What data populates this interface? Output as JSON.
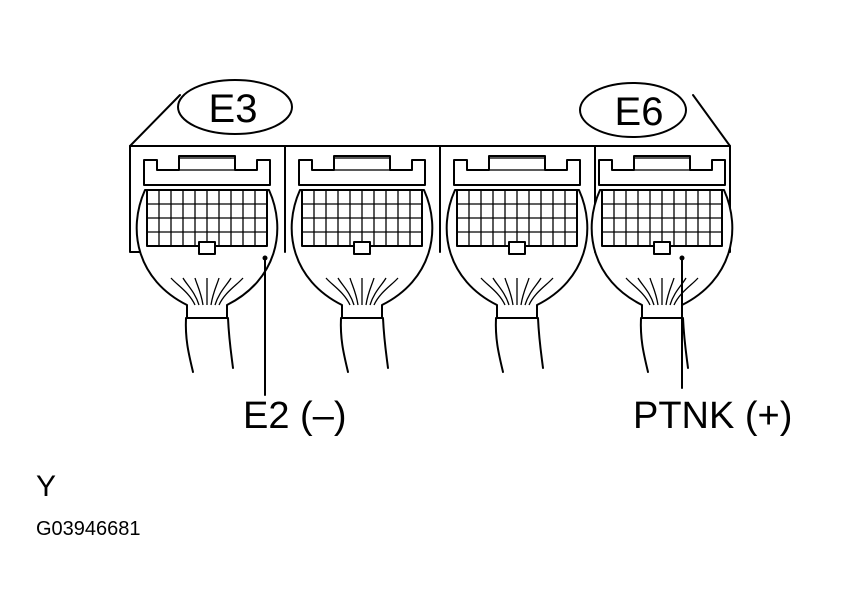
{
  "connectors": [
    {
      "id": "E3"
    },
    {
      "id": "E6"
    }
  ],
  "terminals": [
    {
      "label": "E2 (–)",
      "connector": "E3"
    },
    {
      "label": "PTNK (+)",
      "connector": "E6"
    }
  ],
  "view_code": "Y",
  "figure_code": "G03946681",
  "colors": {
    "line": "#000000",
    "background": "#ffffff"
  }
}
